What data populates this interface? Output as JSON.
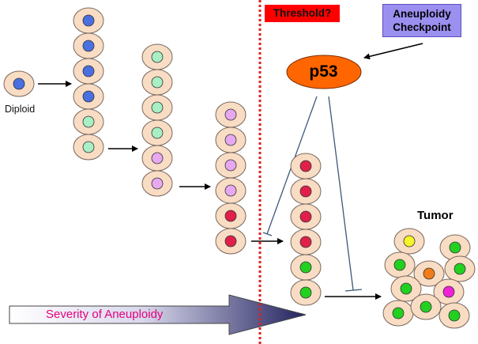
{
  "labels": {
    "diploid": "Diploid",
    "threshold": "Threshold?",
    "checkpoint": "Aneuploidy Checkpoint",
    "p53": "p53",
    "tumor": "Tumor",
    "severity": "Severity of Aneuploidy"
  },
  "colors": {
    "cell_fill": "#f9dcc4",
    "cell_outline": "#7a6a5e",
    "blue": "#4a6fe0",
    "light_green": "#a8efc4",
    "lavender": "#e8a8f0",
    "crimson": "#e0204a",
    "green": "#22d11f",
    "yellow": "#f5f52a",
    "orange": "#f07d1a",
    "magenta": "#f020d8",
    "p53_fill": "#ff6600",
    "threshold_line": "#e02020",
    "checkpoint_box": "#9b8ff0",
    "inhibit_line": "#3b5878",
    "severity_gradient": [
      "#ffffff",
      "#2a2a6e"
    ]
  }
}
